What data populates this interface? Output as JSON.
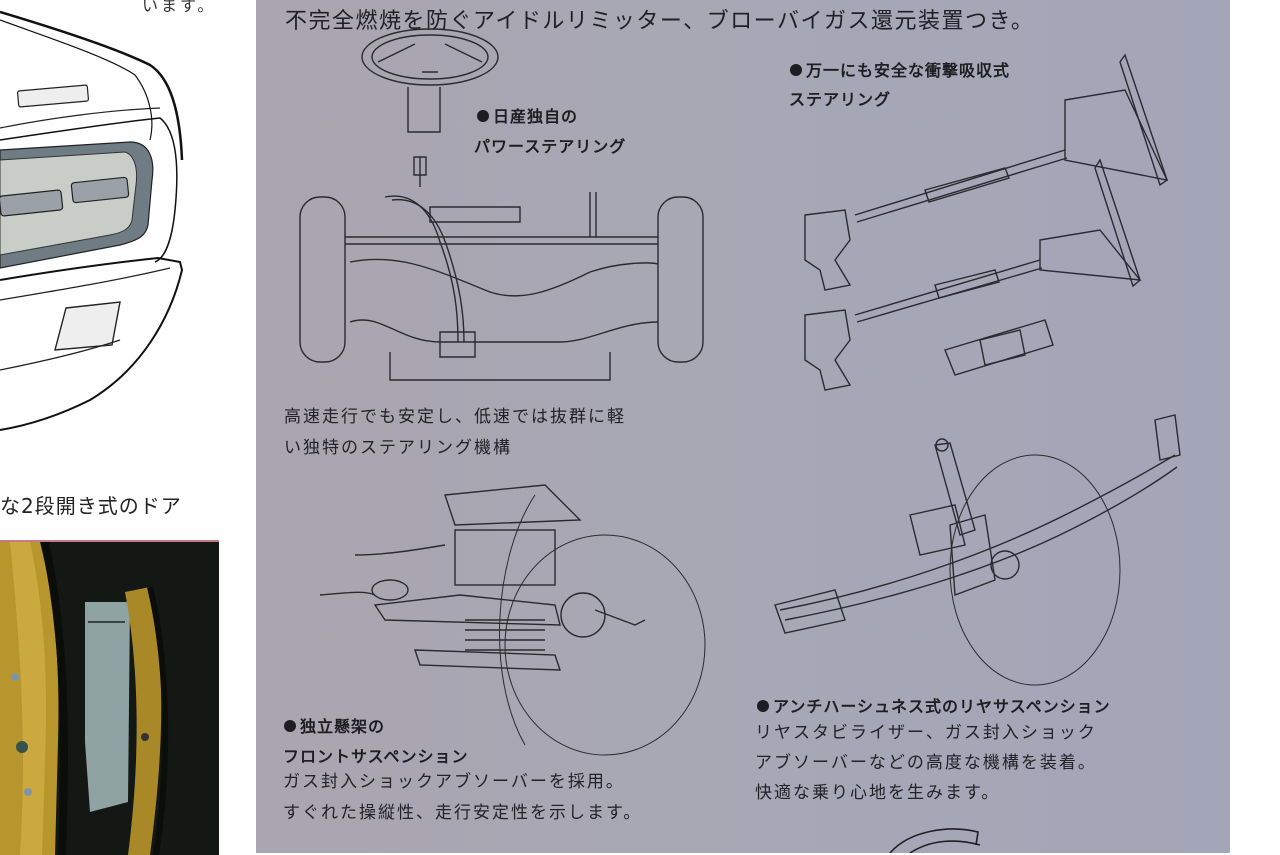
{
  "left_page": {
    "top_caption_fragment": "います。",
    "door_caption": "な2段開き式のドア",
    "car_illustration": "car-rear-illustration",
    "door_photo": "door-photo"
  },
  "right_page": {
    "headline": "不完全燃焼を防ぐアイドルリミッター、ブローバイガス還元装置つき。",
    "power_steering": {
      "title_line1": "日産独自の",
      "title_line2": "パワーステアリング",
      "description_line1": "高速走行でも安定し、低速では抜群に軽",
      "description_line2": "い独特のステアリング機構"
    },
    "collapsible_steering": {
      "title_line1": "万一にも安全な衝撃吸収式",
      "title_line2": "ステアリング"
    },
    "front_suspension": {
      "title_line1": "独立懸架の",
      "title_line2": "フロントサスペンション",
      "description_line1": "ガス封入ショックアブソーバーを採用。",
      "description_line2": "すぐれた操縦性、走行安定性を示します。"
    },
    "rear_suspension": {
      "title": "アンチハーシュネス式のリヤサスペンション",
      "description_line1": "リヤスタビライザー、ガス封入ショック",
      "description_line2": "アブソーバーなどの高度な機構を装着。",
      "description_line3": "快適な乗り心地を生みます。"
    }
  },
  "colors": {
    "page_gray": "#a8a7b4",
    "ink": "#1e1e24",
    "door_gold": "#b8962e",
    "grille_gray": "#6f7c83"
  }
}
